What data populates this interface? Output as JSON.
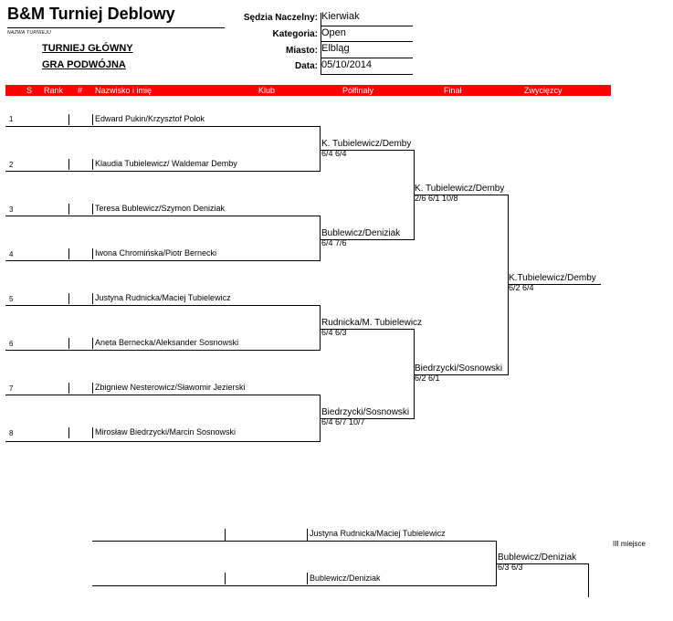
{
  "header": {
    "title": "B&M Turniej Deblowy",
    "subtitle_note": "NAZWA TURNIEJU",
    "event_line1": "TURNIEJ GŁÓWNY",
    "event_line2": "GRA PODWÓJNA",
    "fields": [
      {
        "label": "Sędzia Naczelny:",
        "value": "Kierwiak"
      },
      {
        "label": "Kategoria:",
        "value": "Open"
      },
      {
        "label": "Miasto:",
        "value": "Elbląg"
      },
      {
        "label": "Data:",
        "value": "05/10/2014"
      }
    ]
  },
  "columns": {
    "s": "S",
    "rank": "Rank",
    "num": "#",
    "name": "Nazwisko i imię",
    "club": "Klub",
    "semi": "Półfinały",
    "final": "Finał",
    "winner": "Zwycięzcy"
  },
  "colors": {
    "header_bar": "#ff0000",
    "header_text": "#ffffff"
  },
  "entries": [
    {
      "seed": "1",
      "name": "Edward Pukin/Krzysztof Połok"
    },
    {
      "seed": "2",
      "name": "Klaudia Tubielewicz/ Waldemar Demby"
    },
    {
      "seed": "3",
      "name": "Teresa Bublewicz/Szymon Deniziak"
    },
    {
      "seed": "4",
      "name": "Iwona Chromińska/Piotr Bernecki"
    },
    {
      "seed": "5",
      "name": "Justyna Rudnicka/Maciej Tubielewicz"
    },
    {
      "seed": "6",
      "name": "Aneta Bernecka/Aleksander Sosnowski"
    },
    {
      "seed": "7",
      "name": "Zbigniew Nesterowicz/Sławomir Jezierski"
    },
    {
      "seed": "8",
      "name": "Mirosław Biedrzycki/Marcin Sosnowski"
    }
  ],
  "round2": [
    {
      "winner": "K. Tubielewicz/Demby",
      "score": "6/4 6/4"
    },
    {
      "winner": "Bublewicz/Deniziak",
      "score": "6/4 7/6"
    },
    {
      "winner": "Rudnicka/M. Tubielewicz",
      "score": "6/4 6/3"
    },
    {
      "winner": "Biedrzycki/Sosnowski",
      "score": "6/4 6/7 10/7"
    }
  ],
  "round3": [
    {
      "winner": "K. Tubielewicz/Demby",
      "score": "2/6 6/1 10/8"
    },
    {
      "winner": "Biedrzycki/Sosnowski",
      "score": "6/2 6/1"
    }
  ],
  "champion": {
    "winner": "K.Tubielewicz/Demby",
    "score": "6/2 6/4"
  },
  "third_place": {
    "label": "III miejsce",
    "team_a": "Justyna Rudnicka/Maciej Tubielewicz",
    "team_b": "Bublewicz/Deniziak",
    "winner": "Bublewicz/Deniziak",
    "score": "6/3 6/3"
  }
}
